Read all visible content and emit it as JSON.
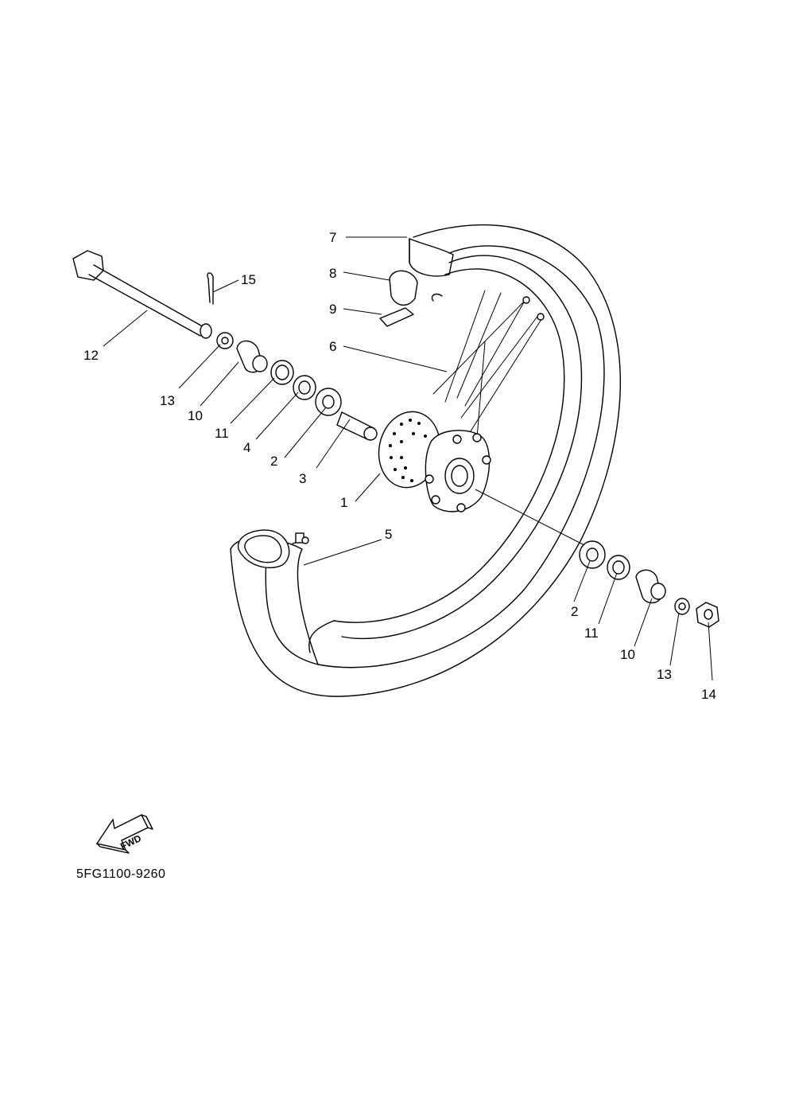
{
  "diagram": {
    "part_callouts": {
      "p1": "1",
      "p2a": "2",
      "p2b": "2",
      "p3": "3",
      "p4": "4",
      "p5": "5",
      "p6": "6",
      "p7": "7",
      "p8": "8",
      "p9": "9",
      "p10a": "10",
      "p10b": "10",
      "p11a": "11",
      "p11b": "11",
      "p12": "12",
      "p13a": "13",
      "p13b": "13",
      "p14": "14",
      "p15": "15"
    },
    "fwd_label": "FWD",
    "drawing_code": "5FG1100-9260"
  }
}
